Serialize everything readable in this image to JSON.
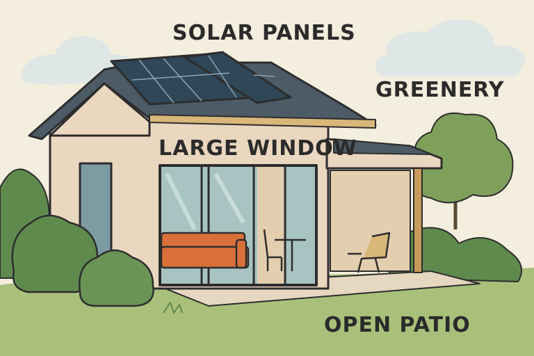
{
  "labels": {
    "solar_panels": "SOLAR PANELS",
    "greenery": "GREENERY",
    "large_window": "LARGE WINDOW",
    "open_patio": "OPEN PATIO"
  },
  "colors": {
    "background": "#f4eedf",
    "grass": "#a9c07a",
    "wall": "#ead7bf",
    "roof": "#4d5b66",
    "panel": "#2f4757",
    "sofa": "#d9703a",
    "shrub": "#5f8a4e",
    "cloud": "#dfe6e6"
  }
}
